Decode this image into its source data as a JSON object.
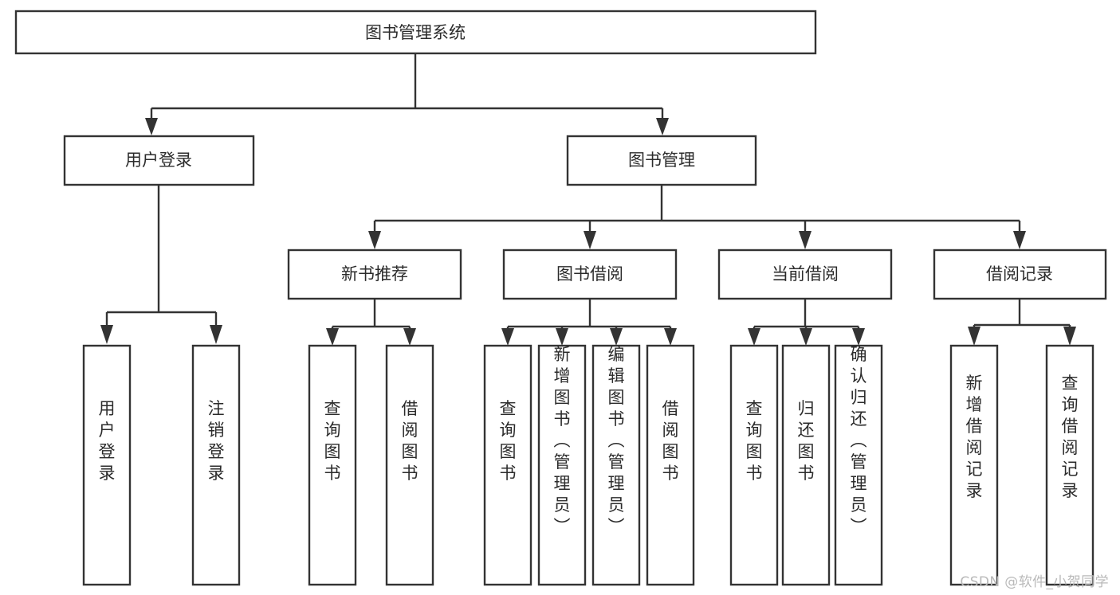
{
  "diagram": {
    "title": "图书管理系统",
    "type": "tree",
    "watermark": "CSDN @软件_小贺同学",
    "colors": {
      "box_stroke": "#333333",
      "box_fill": "#ffffff",
      "text": "#2b2b2b",
      "background": "#ffffff",
      "watermark": "#b9b9b9"
    },
    "levels": {
      "root": {
        "label": "图书管理系统"
      },
      "level2": [
        {
          "id": "user-login",
          "label": "用户登录"
        },
        {
          "id": "book-management",
          "label": "图书管理"
        }
      ],
      "level3": [
        {
          "id": "new-book-recommend",
          "label": "新书推荐",
          "parent": "book-management"
        },
        {
          "id": "book-borrow",
          "label": "图书借阅",
          "parent": "book-management"
        },
        {
          "id": "current-borrow",
          "label": "当前借阅",
          "parent": "book-management"
        },
        {
          "id": "borrow-record",
          "label": "借阅记录",
          "parent": "book-management"
        }
      ],
      "leaves": [
        {
          "id": "leaf-user-login",
          "label": "用户登录",
          "parent": "user-login"
        },
        {
          "id": "leaf-logout",
          "label": "注销登录",
          "parent": "user-login"
        },
        {
          "id": "leaf-query-book-1",
          "label": "查询图书",
          "parent": "new-book-recommend"
        },
        {
          "id": "leaf-borrow-book-1",
          "label": "借阅图书",
          "parent": "new-book-recommend"
        },
        {
          "id": "leaf-query-book-2",
          "label": "查询图书",
          "parent": "book-borrow"
        },
        {
          "id": "leaf-add-book",
          "label": "新增图书（管理员）",
          "parent": "book-borrow"
        },
        {
          "id": "leaf-edit-book",
          "label": "编辑图书（管理员）",
          "parent": "book-borrow"
        },
        {
          "id": "leaf-borrow-book-2",
          "label": "借阅图书",
          "parent": "book-borrow"
        },
        {
          "id": "leaf-query-book-3",
          "label": "查询图书",
          "parent": "current-borrow"
        },
        {
          "id": "leaf-return-book",
          "label": "归还图书",
          "parent": "current-borrow"
        },
        {
          "id": "leaf-confirm-return",
          "label": "确认归还（管理员）",
          "parent": "current-borrow"
        },
        {
          "id": "leaf-add-record",
          "label": "新增借阅记录",
          "parent": "borrow-record"
        },
        {
          "id": "leaf-query-record",
          "label": "查询借阅记录",
          "parent": "borrow-record"
        }
      ]
    }
  }
}
